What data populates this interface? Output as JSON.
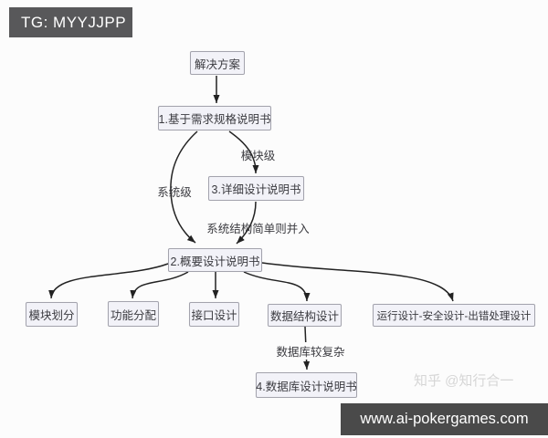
{
  "badge": {
    "text": "TG: MYYJJPP"
  },
  "diagram": {
    "nodes": {
      "solution": "解决方案",
      "req_spec": "1.基于需求规格说明书",
      "detail_design": "3.详细设计说明书",
      "outline_design": "2.概要设计说明书",
      "module_division": "模块划分",
      "function_allocation": "功能分配",
      "interface_design": "接口设计",
      "data_structure_design": "数据结构设计",
      "run_safety_error_design": "运行设计-安全设计-出错处理设计",
      "database_design": "4.数据库设计说明书"
    },
    "edge_labels": {
      "module_level": "模块级",
      "system_level": "系统级",
      "simple_merge": "系统结构简单则并入",
      "complex_db": "数据库较复杂"
    },
    "colors": {
      "node_fill": "#f2f2f8",
      "node_border": "#a3a3ad",
      "arrow": "#222222",
      "badge_bg": "#58585a",
      "urlbar_bg": "#4a4a4a",
      "watermark_text": "#d6d6d6"
    }
  },
  "watermark": {
    "text": "知乎 @知行合一"
  },
  "footer": {
    "url": "www.ai-pokergames.com"
  }
}
